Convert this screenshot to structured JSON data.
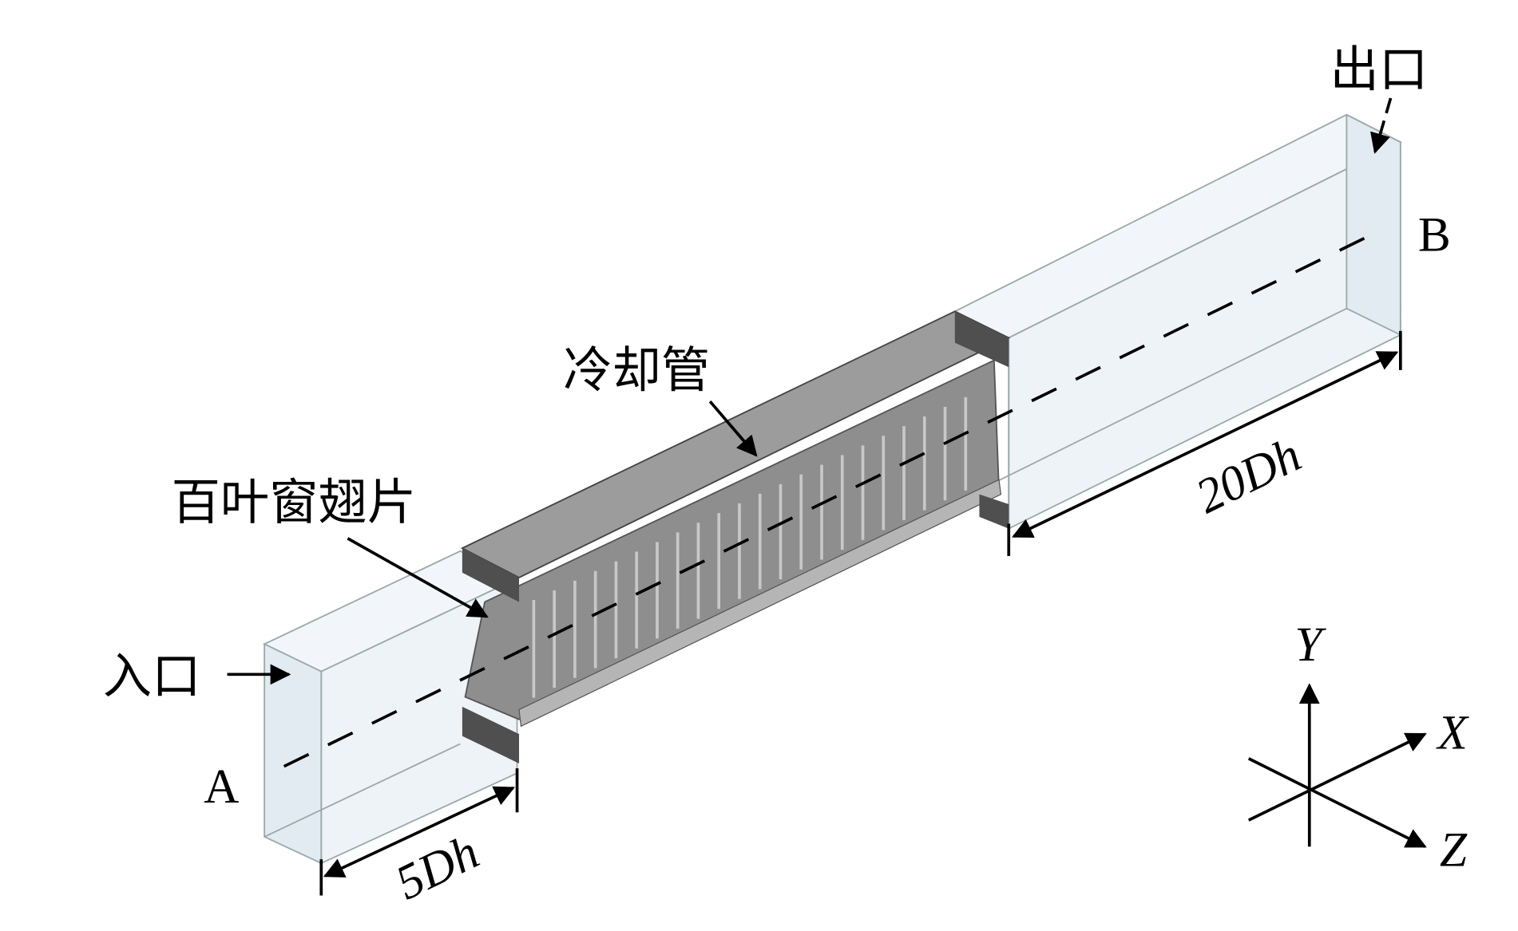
{
  "labels": {
    "outlet": "出口",
    "inlet": "入口",
    "cooling_tube": "冷却管",
    "louver_fin": "百叶窗翅片",
    "point_a": "A",
    "point_b": "B",
    "inlet_length": "5Dh",
    "outlet_length": "20Dh"
  },
  "axes": {
    "x": "X",
    "y": "Y",
    "z": "Z"
  },
  "colors": {
    "duct": "#eef3f8",
    "tube": "#9a9a9a",
    "flange": "#5a5a5a"
  }
}
